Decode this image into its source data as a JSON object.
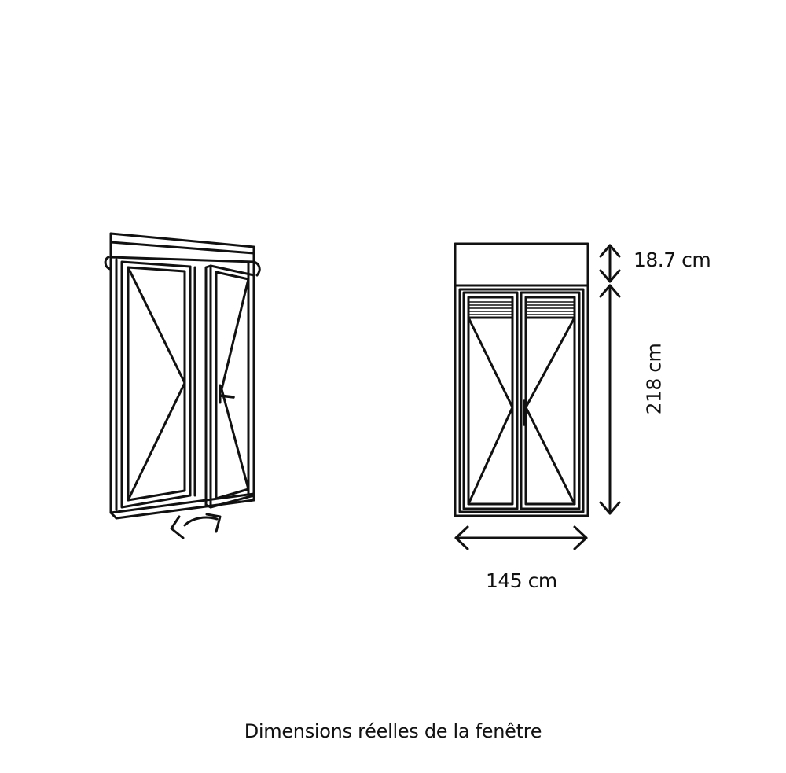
{
  "dimensions": {
    "roller_box_height": "18.7 cm",
    "door_height": "218 cm",
    "door_width": "145 cm"
  },
  "caption": "Dimensions réelles de la fenêtre",
  "colors": {
    "line": "#111111",
    "background": "#ffffff"
  }
}
